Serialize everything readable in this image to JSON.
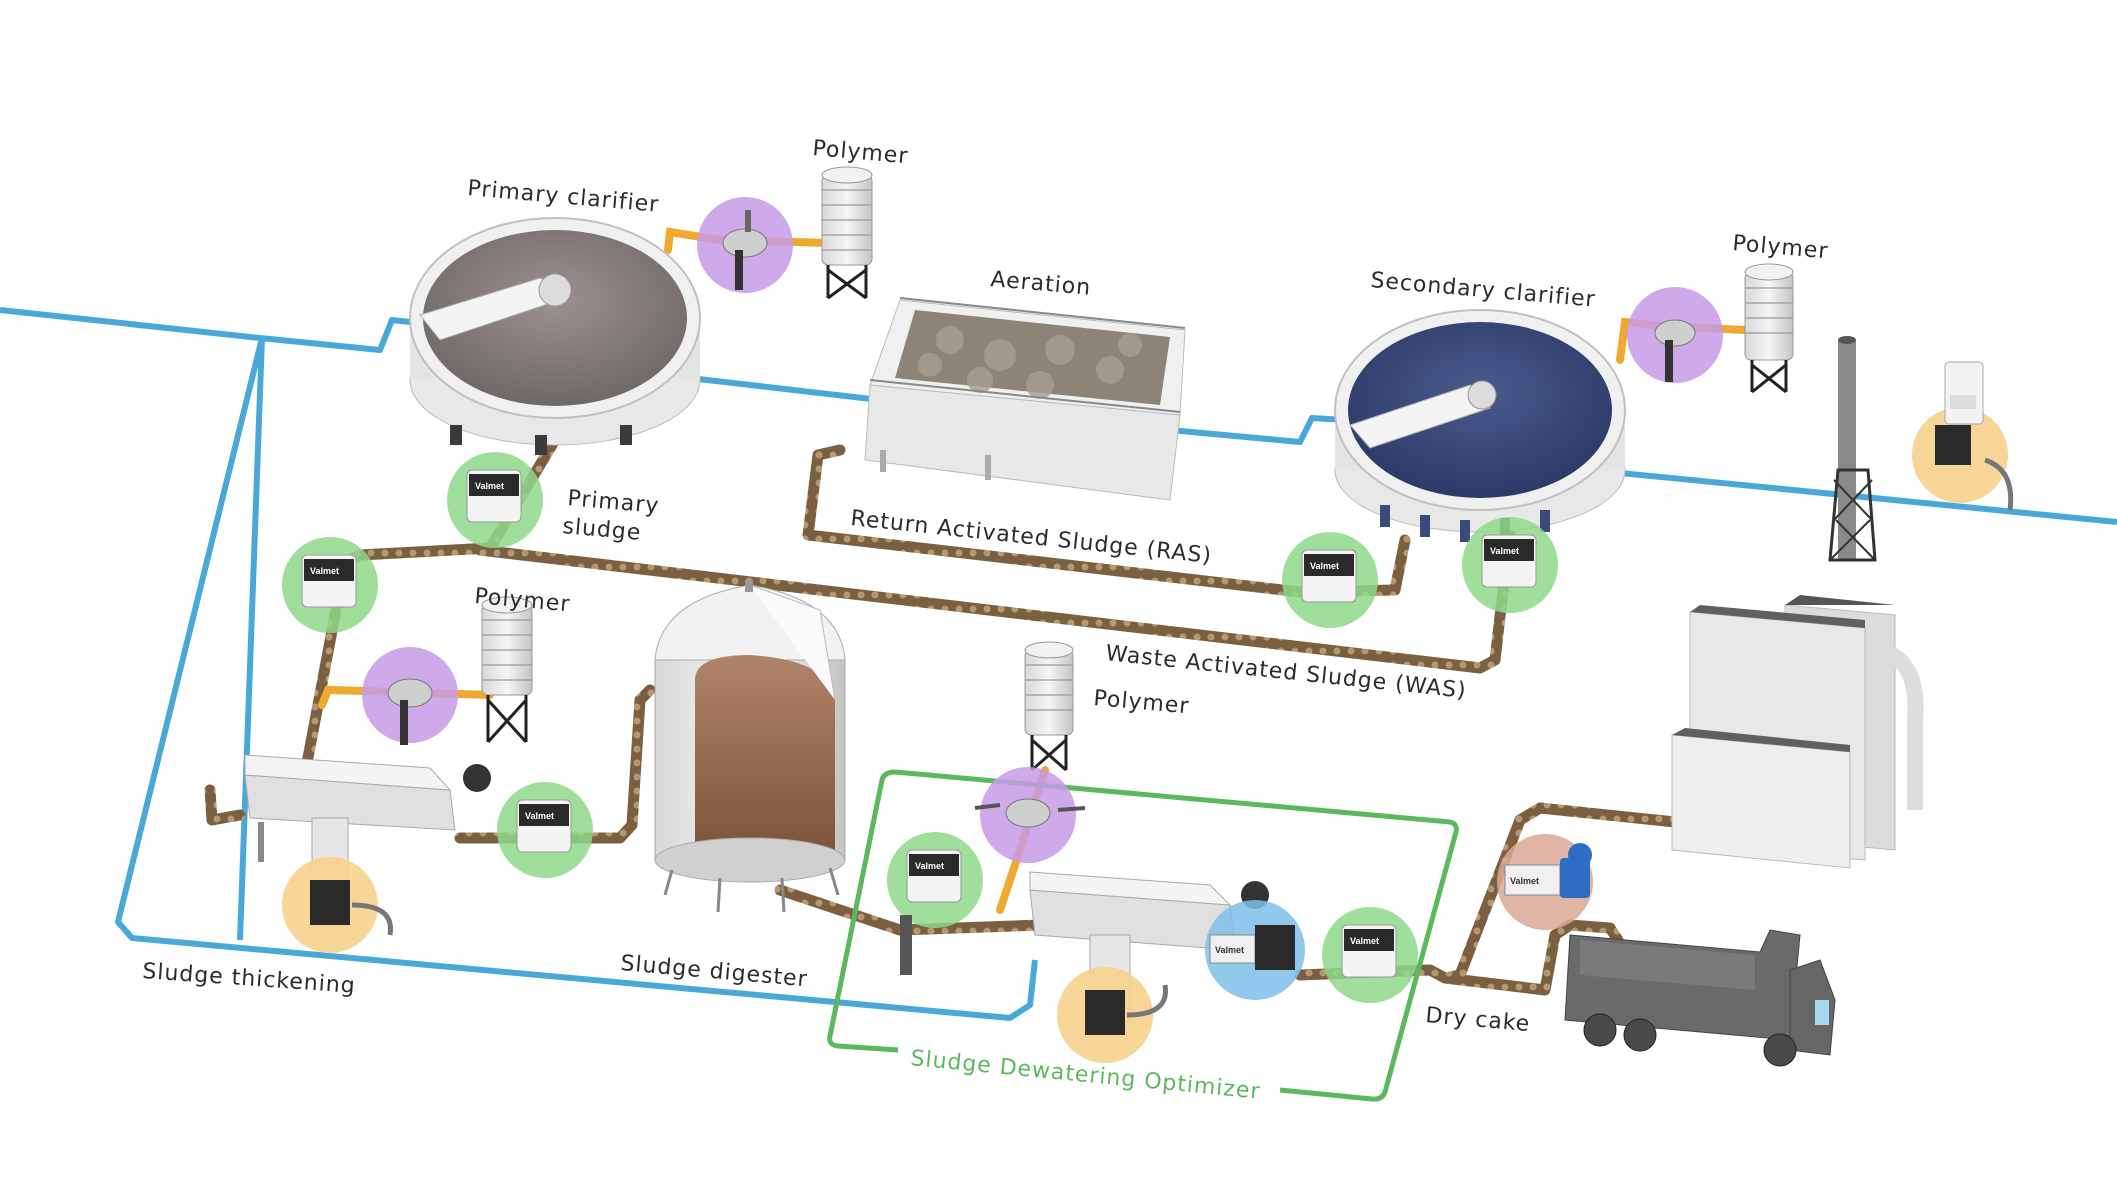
{
  "diagram": {
    "title": "Wastewater treatment process with Valmet sludge measurements",
    "labels": {
      "primary_clarifier": "Primary clarifier",
      "polymer_1": "Polymer",
      "aeration": "Aeration",
      "secondary_clarifier": "Secondary clarifier",
      "polymer_2": "Polymer",
      "primary_sludge_line1": "Primary",
      "primary_sludge_line2": "sludge",
      "ras": "Return Activated Sludge (RAS)",
      "was": "Waste Activated Sludge (WAS)",
      "polymer_3": "Polymer",
      "polymer_4": "Polymer",
      "sludge_thickening": "Sludge thickening",
      "sludge_digester": "Sludge digester",
      "sludge_dewatering_optimizer": "Sludge Dewatering Optimizer",
      "dry_cake": "Dry cake"
    },
    "sensor_brand": "Valmet",
    "colors": {
      "water_pipe": "#4aa8d8",
      "sludge_pipe": "#8a7050",
      "polymer_pipe": "#f0a830",
      "sensor_halo": "#8ed88a",
      "polymer_halo": "#c79be8",
      "sampler_halo": "#f6d28c",
      "analyzer_halo": "#7cc0e8",
      "pump_halo": "#d9a897",
      "optimizer_box": "#5cb85c"
    },
    "sensors": [
      {
        "id": "primary-sludge-sensor"
      },
      {
        "id": "thickening-feed-sensor"
      },
      {
        "id": "ras-sensor"
      },
      {
        "id": "was-sensor"
      },
      {
        "id": "thickened-sludge-sensor"
      },
      {
        "id": "digested-sludge-sensor"
      },
      {
        "id": "dry-cake-sensor"
      }
    ]
  }
}
